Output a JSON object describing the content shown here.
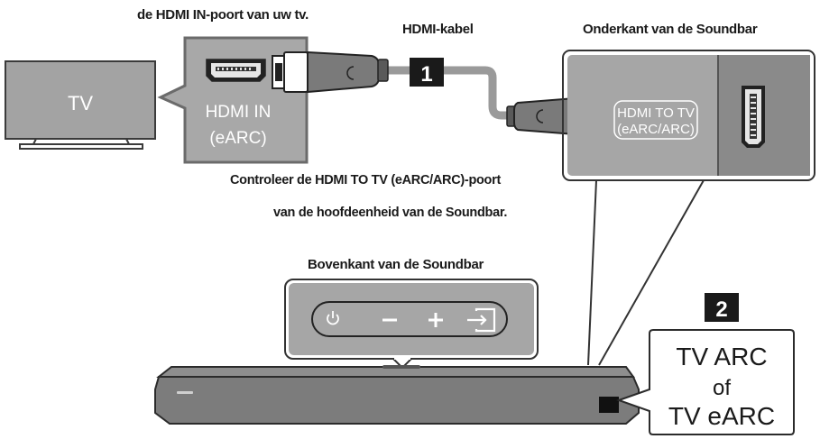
{
  "labels": {
    "tv_hdmi_port": "de HDMI IN-poort van uw tv.",
    "cable": "HDMI-kabel",
    "soundbar_bottom": "Onderkant van de Soundbar",
    "check_line1": "Controleer de HDMI TO TV (eARC/ARC)-poort",
    "check_line2": "van de hoofdeenheid van de Soundbar.",
    "soundbar_top": "Bovenkant van de Soundbar"
  },
  "tv": {
    "label": "TV"
  },
  "tv_port": {
    "line1": "HDMI IN",
    "line2": "(eARC)"
  },
  "soundbar_port": {
    "line1": "HDMI TO TV",
    "line2": "(eARC/ARC)"
  },
  "steps": {
    "step1": "1",
    "step2": "2"
  },
  "display": {
    "line1": "TV ARC",
    "line2": "of",
    "line3": "TV eARC"
  },
  "controls": {
    "power": "power-icon",
    "minus": "minus-icon",
    "plus": "plus-icon",
    "source": "source-input-icon"
  },
  "colors": {
    "panel_gray": "#a6a6a6",
    "panel_dark": "#6f6f6f",
    "soundbar_body": "#7c7c7c",
    "outline": "#2b2b2b"
  }
}
